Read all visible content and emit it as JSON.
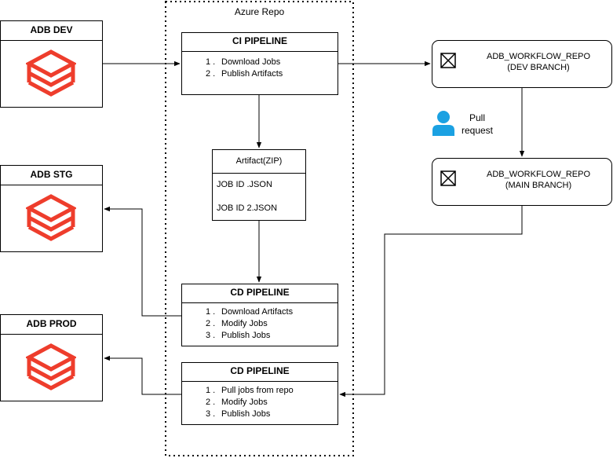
{
  "container": {
    "title": "Azure Repo"
  },
  "adb": {
    "dev": {
      "label": "ADB DEV"
    },
    "stg": {
      "label": "ADB STG"
    },
    "prod": {
      "label": "ADB PROD"
    },
    "icon": "databricks-logo-icon"
  },
  "ci": {
    "title": "CI PIPELINE",
    "steps": [
      {
        "num": "1 .",
        "text": "Download Jobs"
      },
      {
        "num": "2 .",
        "text": "Publish Artifacts"
      }
    ]
  },
  "artifact": {
    "title": "Artifact(ZIP)",
    "files": [
      "JOB ID .JSON",
      "JOB ID 2.JSON"
    ]
  },
  "cd1": {
    "title": "CD PIPELINE",
    "steps": [
      {
        "num": "1 .",
        "text": "Download Artifacts"
      },
      {
        "num": "2 .",
        "text": "Modify Jobs"
      },
      {
        "num": "3 .",
        "text": "Publish Jobs"
      }
    ]
  },
  "cd2": {
    "title": "CD PIPELINE",
    "steps": [
      {
        "num": "1 .",
        "text": "Pull jobs from repo"
      },
      {
        "num": "2 .",
        "text": "Modify Jobs"
      },
      {
        "num": "3 .",
        "text": "Publish Jobs"
      }
    ]
  },
  "repo_dev": {
    "line1": "ADB_WORKFLOW_REPO",
    "line2": "(DEV BRANCH)"
  },
  "repo_main": {
    "line1": "ADB_WORKFLOW_REPO",
    "line2": "(MAIN BRANCH)"
  },
  "pull_request": {
    "line1": "Pull",
    "line2": "request",
    "icon": "user-icon"
  },
  "colors": {
    "logo": "#EE3D2C",
    "user": "#1BA1E2",
    "line": "#000000"
  }
}
